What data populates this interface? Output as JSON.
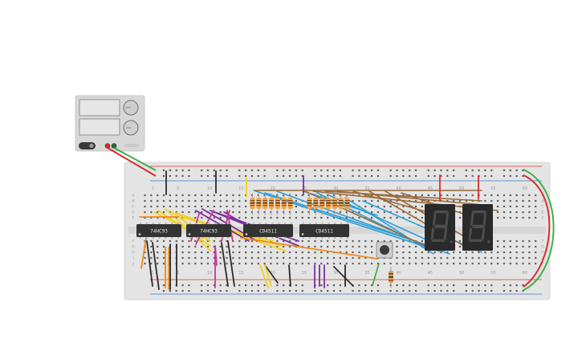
{
  "breadboard": {
    "column_numbers": [
      "1",
      "5",
      "10",
      "15",
      "20",
      "25",
      "30",
      "35",
      "40",
      "45",
      "50",
      "55",
      "60"
    ],
    "row_letters_top": [
      "A",
      "B",
      "C",
      "D",
      "E"
    ],
    "row_letters_bottom": [
      "F",
      "G",
      "H",
      "I",
      "J"
    ]
  },
  "chips": [
    {
      "label": "74HC93"
    },
    {
      "label": "74HC93"
    },
    {
      "label": "CD4511"
    },
    {
      "label": "CD4511"
    }
  ],
  "power_supply": {
    "name": "power-supply"
  },
  "displays": [
    {
      "digit": "8"
    },
    {
      "digit": "8"
    }
  ],
  "colors": {
    "board": "#e4e4e4",
    "rail_red": "#d83a2e",
    "rail_blue": "#3a7fc8",
    "chip": "#333333",
    "display": "#2a2a2a",
    "segment": "#4d4d4d",
    "wire_yellow": "#f2d21b",
    "wire_purple": "#7b2fa0",
    "wire_magenta": "#c9359a",
    "wire_orange": "#f08a1a",
    "wire_blue": "#2a9fd8",
    "wire_brown": "#9a6a3a",
    "wire_black": "#2b2b2b",
    "wire_green": "#3fae49",
    "wire_red": "#d32f2f"
  }
}
